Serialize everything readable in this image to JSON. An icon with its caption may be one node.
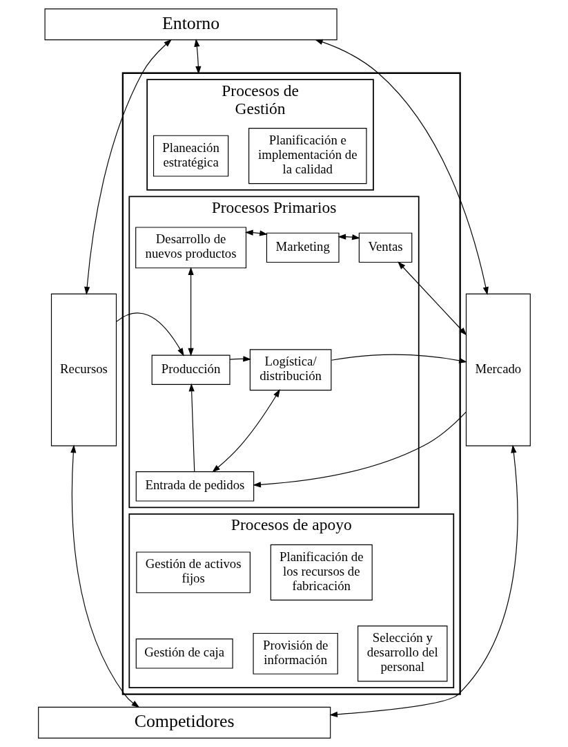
{
  "diagram": {
    "nodes": [
      {
        "text": [
          "Entorno"
        ]
      },
      {
        "text": [],
        "shape": "box"
      },
      {
        "text": [
          "Procesos de Gestión"
        ],
        "in": 1
      },
      {
        "text": [
          "Planeación estratégica"
        ],
        "in": 2
      },
      {
        "text": [
          "Planificación e implementación de la calidad"
        ],
        "in": 2
      },
      {
        "text": [
          "Recursos"
        ]
      },
      {
        "text": [
          "Procesos Primarios"
        ],
        "in": 1
      },
      {
        "text": [
          "Desarrollo de nuevos productos"
        ],
        "in": 6
      },
      {
        "text": [
          "Marketing"
        ],
        "in": 6
      },
      {
        "text": [
          "Ventas"
        ],
        "in": 6
      },
      {
        "text": [
          "Mercado"
        ]
      },
      {
        "text": [
          "Logística/ distribución"
        ],
        "in": 6
      },
      {
        "text": [
          "Producción"
        ],
        "in": 6
      },
      {
        "text": [
          "Entrada de pedidos"
        ],
        "in": 6
      },
      {
        "text": [
          "Procesos de apoyo"
        ],
        "in": 1
      },
      {
        "text": [
          "Gestión de activos fijos"
        ],
        "in": 14
      },
      {
        "text": [
          "Planificación de los recursos de fabricación"
        ],
        "in": 14
      },
      {
        "text": [
          "Gestión de caja"
        ],
        "in": 14
      },
      {
        "text": [
          "Provisión de información"
        ],
        "in": 14
      },
      {
        "text": [
          "Selección y desarrollo del personal"
        ],
        "in": 14
      },
      {
        "text": [
          "Competidores"
        ]
      }
    ],
    "edges": [
      {
        "from": 0,
        "to": 1,
        "arrow": "both"
      },
      {
        "from": 0,
        "to": 5,
        "arrow": "both"
      },
      {
        "from": 0,
        "to": 10,
        "arrow": "both"
      },
      {
        "from": 7,
        "to": 8,
        "arrow": "both"
      },
      {
        "from": 8,
        "to": 9,
        "arrow": "both"
      },
      {
        "from": 9,
        "to": 10,
        "arrow": "both"
      },
      {
        "from": 7,
        "to": 12,
        "arrow": "both"
      },
      {
        "from": 5,
        "to": 12,
        "arrow": "to"
      },
      {
        "from": 12,
        "to": 11,
        "arrow": "to"
      },
      {
        "from": 11,
        "to": 10,
        "arrow": "to"
      },
      {
        "from": 11,
        "to": 13,
        "arrow": "both"
      },
      {
        "from": 10,
        "to": 13,
        "arrow": "to"
      },
      {
        "from": 13,
        "to": 12,
        "arrow": "to"
      },
      {
        "from": 5,
        "to": 20,
        "arrow": "both"
      },
      {
        "from": 10,
        "to": 20,
        "arrow": "both"
      }
    ]
  }
}
